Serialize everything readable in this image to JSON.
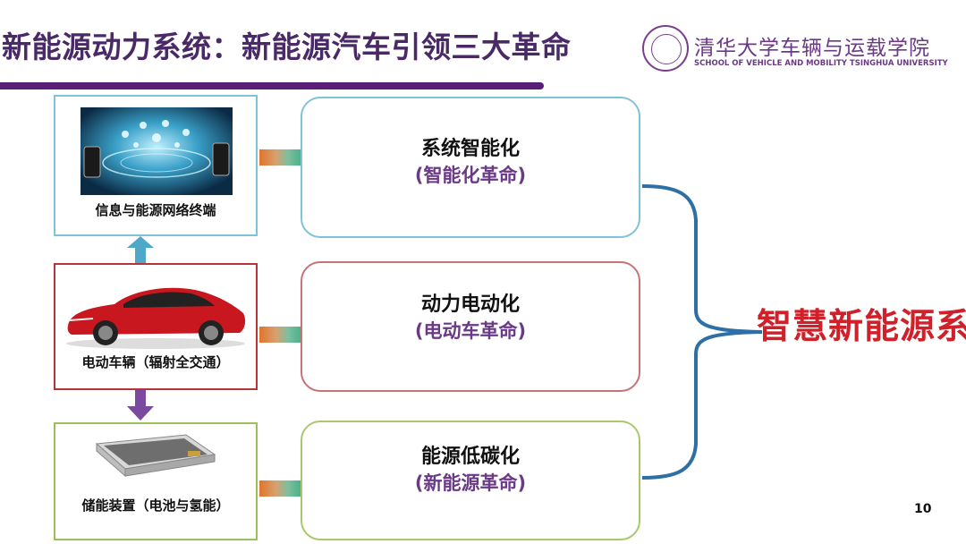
{
  "header": {
    "title": "新能源动力系统：新能源汽车引领三大革命",
    "school_cn": "清华大学车辆与运载学院",
    "school_en": "SCHOOL OF VEHICLE AND MOBILITY TSINGHUA UNIVERSITY"
  },
  "nodes": [
    {
      "label": "信息与能源网络终端",
      "image": "smart-network-devices-image"
    },
    {
      "label": "电动车辆（辐射全交通）",
      "image": "red-electric-car-image"
    },
    {
      "label": "储能装置（电池与氢能）",
      "image": "battery-pack-image"
    }
  ],
  "revolutions": [
    {
      "main": "系统智能化",
      "sub": "(智能化革命)"
    },
    {
      "main": "动力电动化",
      "sub": "(电动车革命)"
    },
    {
      "main": "能源低碳化",
      "sub": "(新能源革命)"
    }
  ],
  "system_title": "智慧新能源系统",
  "page_number": "10",
  "colors": {
    "title": "#4a2a66",
    "accent_bar": "#5a1e78",
    "subtitle_purple": "#6b3a86",
    "system_red": "#d0202a",
    "brace_blue": "#2e6fa6",
    "arrow_up": "#4fa8c8",
    "arrow_down": "#7b4aa0"
  }
}
